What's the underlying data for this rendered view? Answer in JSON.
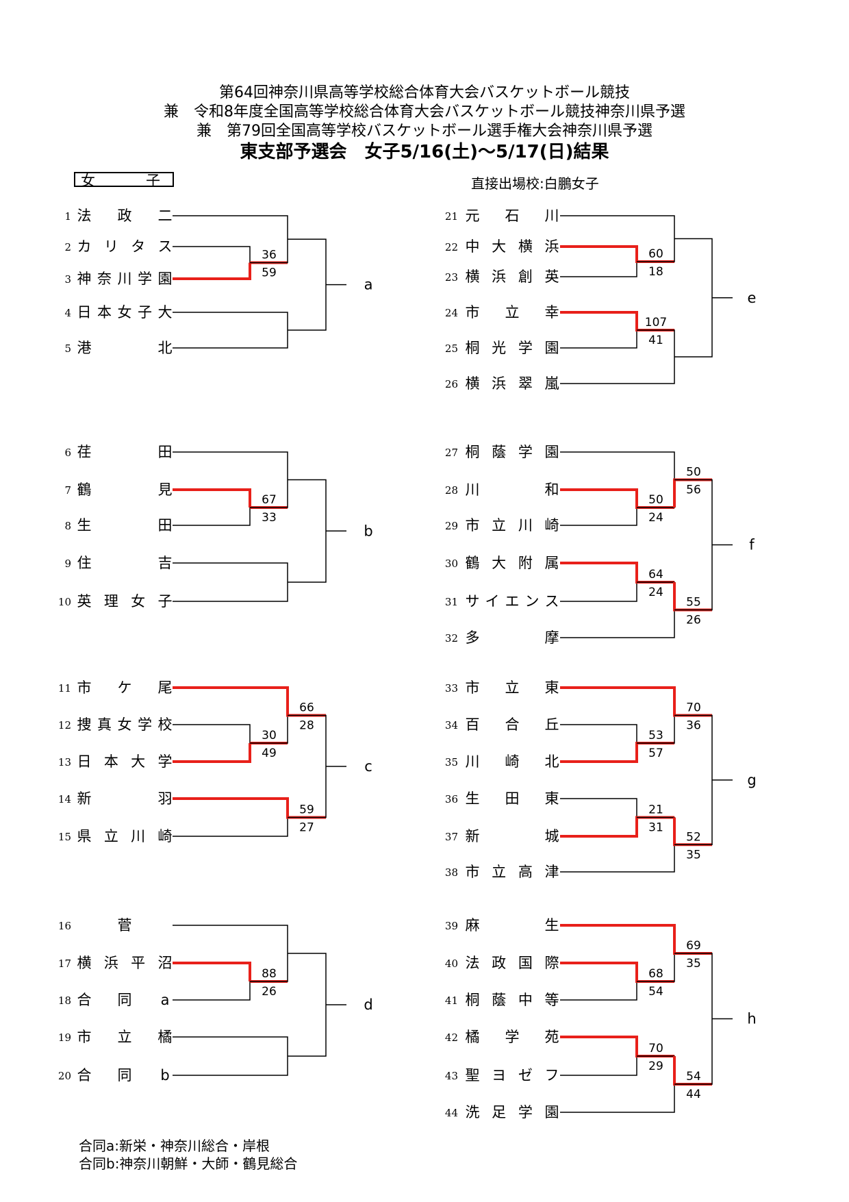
{
  "titles": {
    "line1": "第64回神奈川県高等学校総合体育大会バスケットボール競技",
    "line2": "兼　令和8年度全国高等学校総合体育大会バスケットボール競技神奈川県予選",
    "line3": "兼　第79回全国高等学校バスケットボール選手権大会神奈川県予選",
    "main": "東支部予選会　女子5/16(土)～5/17(日)結果"
  },
  "gender_label": {
    "a": "女",
    "b": "子"
  },
  "direct_entry": "直接出場校:白鵬女子",
  "notes": [
    "合同a:新栄・神奈川総合・岸根",
    "合同b:神奈川朝鮮・大師・鶴見総合"
  ],
  "colors": {
    "winner_line": "#e8201a",
    "line": "#000000"
  },
  "groups": [
    {
      "label": "a",
      "type": 5,
      "teams": [
        [
          "1",
          "法政二"
        ],
        [
          "2",
          "カリタス"
        ],
        [
          "3",
          "神奈川学園"
        ],
        [
          "4",
          "日本女子大"
        ],
        [
          "5",
          "港北"
        ]
      ],
      "games": [
        {
          "s": [
            "36",
            "59"
          ],
          "w": 2
        }
      ],
      "final": []
    },
    {
      "label": "b",
      "type": 5,
      "teams": [
        [
          "6",
          "荏田"
        ],
        [
          "7",
          "鶴見"
        ],
        [
          "8",
          "生田"
        ],
        [
          "9",
          "住吉"
        ],
        [
          "10",
          "英理女子"
        ]
      ],
      "games": [
        {
          "s": [
            "67",
            "33"
          ],
          "w": 1
        }
      ],
      "final": []
    },
    {
      "label": "c",
      "type": 5,
      "teams": [
        [
          "11",
          "市ケ尾"
        ],
        [
          "12",
          "捜真女学校"
        ],
        [
          "13",
          "日本大学"
        ],
        [
          "14",
          "新羽"
        ],
        [
          "15",
          "県立川崎"
        ]
      ],
      "games": [
        {
          "s": [
            "30",
            "49"
          ],
          "w": 2
        },
        {
          "s": [
            "66",
            "28"
          ],
          "w": 1
        },
        {
          "s": [
            "59",
            "27"
          ],
          "w": 1
        }
      ],
      "final": []
    },
    {
      "label": "d",
      "type": 5,
      "teams": [
        [
          "16",
          "菅"
        ],
        [
          "17",
          "横浜平沼"
        ],
        [
          "18",
          "合同a"
        ],
        [
          "19",
          "市立橘"
        ],
        [
          "20",
          "合同b"
        ]
      ],
      "games": [
        {
          "s": [
            "88",
            "26"
          ],
          "w": 1
        }
      ],
      "final": []
    },
    {
      "label": "e",
      "type": 6,
      "teams": [
        [
          "21",
          "元石川"
        ],
        [
          "22",
          "中大横浜"
        ],
        [
          "23",
          "横浜創英"
        ],
        [
          "24",
          "市立幸"
        ],
        [
          "25",
          "桐光学園"
        ],
        [
          "26",
          "横浜翠嵐"
        ]
      ],
      "games": [
        {
          "s": [
            "60",
            "18"
          ],
          "w": 1
        },
        {
          "s": [
            "107",
            "41"
          ],
          "w": 1
        }
      ],
      "final": []
    },
    {
      "label": "f",
      "type": 6,
      "teams": [
        [
          "27",
          "桐蔭学園"
        ],
        [
          "28",
          "川和"
        ],
        [
          "29",
          "市立川崎"
        ],
        [
          "30",
          "鶴大附属"
        ],
        [
          "31",
          "サイエンス"
        ],
        [
          "32",
          "多摩"
        ]
      ],
      "games": [
        {
          "s": [
            "50",
            "24"
          ],
          "w": 1
        },
        {
          "s": [
            "64",
            "24"
          ],
          "w": 1
        },
        {
          "s": [
            "50",
            "56"
          ],
          "w": 2
        },
        {
          "s": [
            "55",
            "26"
          ],
          "w": 1
        }
      ],
      "final": []
    },
    {
      "label": "g",
      "type": 6,
      "teams": [
        [
          "33",
          "市立東"
        ],
        [
          "34",
          "百合丘"
        ],
        [
          "35",
          "川崎北"
        ],
        [
          "36",
          "生田東"
        ],
        [
          "37",
          "新城"
        ],
        [
          "38",
          "市立高津"
        ]
      ],
      "games": [
        {
          "s": [
            "53",
            "57"
          ],
          "w": 2
        },
        {
          "s": [
            "21",
            "31"
          ],
          "w": 2
        },
        {
          "s": [
            "70",
            "36"
          ],
          "w": 1
        },
        {
          "s": [
            "52",
            "35"
          ],
          "w": 1
        }
      ],
      "final": []
    },
    {
      "label": "h",
      "type": 6,
      "teams": [
        [
          "39",
          "麻生"
        ],
        [
          "40",
          "法政国際"
        ],
        [
          "41",
          "桐蔭中等"
        ],
        [
          "42",
          "橘学苑"
        ],
        [
          "43",
          "聖ヨゼフ"
        ],
        [
          "44",
          "洗足学園"
        ]
      ],
      "games": [
        {
          "s": [
            "68",
            "54"
          ],
          "w": 1
        },
        {
          "s": [
            "70",
            "29"
          ],
          "w": 1
        },
        {
          "s": [
            "69",
            "35"
          ],
          "w": 1
        },
        {
          "s": [
            "54",
            "44"
          ],
          "w": 1
        }
      ],
      "final": []
    }
  ]
}
